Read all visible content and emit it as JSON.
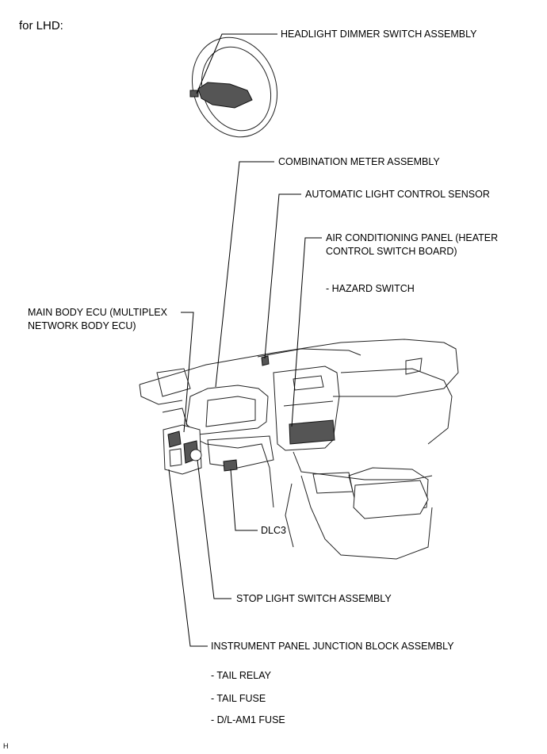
{
  "header": "for LHD:",
  "labels": {
    "headlight": "HEADLIGHT DIMMER SWITCH ASSEMBLY",
    "combination_meter": "COMBINATION METER ASSEMBLY",
    "light_sensor": "AUTOMATIC LIGHT CONTROL SENSOR",
    "ac_panel_1": "AIR CONDITIONING PANEL (HEATER",
    "ac_panel_2": "CONTROL SWITCH BOARD)",
    "hazard": "- HAZARD SWITCH",
    "main_ecu_1": "MAIN BODY ECU (MULTIPLEX",
    "main_ecu_2": "NETWORK BODY ECU)",
    "dlc3": "DLC3",
    "stop_light": "STOP LIGHT SWITCH ASSEMBLY",
    "junction_block": "INSTRUMENT PANEL JUNCTION BLOCK ASSEMBLY",
    "tail_relay": "- TAIL RELAY",
    "tail_fuse": "- TAIL FUSE",
    "dl_fuse": "- D/L-AM1 FUSE"
  },
  "footer": "H"
}
